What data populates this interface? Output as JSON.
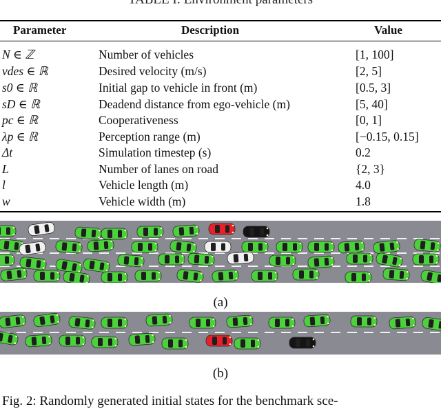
{
  "top_caption": "TABLE I: Environment parameters",
  "table": {
    "headers": [
      "Parameter",
      "Description",
      "Value"
    ],
    "rows": [
      {
        "param": "N ∈ ℤ",
        "desc": "Number of vehicles",
        "value": "[1, 100]"
      },
      {
        "param": "vdes ∈ ℝ",
        "desc": "Desired velocity (m/s)",
        "value": "[2, 5]"
      },
      {
        "param": "s0 ∈ ℝ",
        "desc": "Initial gap to vehicle in front (m)",
        "value": "[0.5, 3]"
      },
      {
        "param": "sD ∈ ℝ",
        "desc": "Deadend distance from ego-vehicle (m)",
        "value": "[5, 40]"
      },
      {
        "param": "pc ∈ ℝ",
        "desc": "Cooperativeness",
        "value": "[0, 1]"
      },
      {
        "param": "λp ∈ ℝ",
        "desc": "Perception range (m)",
        "value": "[−0.15, 0.15]"
      },
      {
        "param": "Δt",
        "desc": "Simulation timestep (s)",
        "value": "0.2"
      },
      {
        "param": "L",
        "desc": "Number of lanes on road",
        "value": "{2, 3}"
      },
      {
        "param": "l",
        "desc": "Vehicle length (m)",
        "value": "4.0"
      },
      {
        "param": "w",
        "desc": "Vehicle width (m)",
        "value": "1.8"
      }
    ]
  },
  "figure": {
    "label_a": "(a)",
    "label_b": "(b)",
    "colors": {
      "road": "#8a8a93",
      "lane_marking": "#f2f2f2",
      "green_car": "#4cd13c",
      "white_car": "#f1f1f1",
      "red_car": "#e8202a",
      "black_car": "#141414"
    }
  },
  "bottom_caption": "Fig. 2: Randomly generated initial states for the benchmark sce-"
}
